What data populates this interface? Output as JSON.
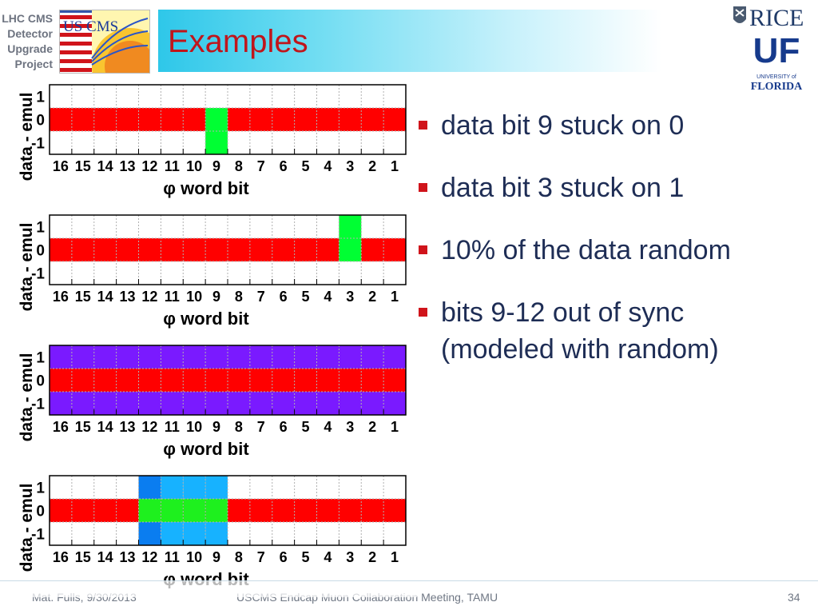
{
  "header": {
    "org_lines": [
      "LHC CMS",
      "Detector",
      "Upgrade",
      "Project"
    ],
    "logo_text": "US CMS",
    "title": "Examples",
    "rice_text": "RICE",
    "uf_text": "UF",
    "uf_university": "UNIVERSITY of",
    "uf_florida": "FLORIDA"
  },
  "bullets": [
    {
      "line1": "data bit 9 stuck on 0",
      "line2": ""
    },
    {
      "line1": "data bit 3 stuck on 1",
      "line2": ""
    },
    {
      "line1": "10% of the data random",
      "line2": ""
    },
    {
      "line1": "bits 9-12 out of sync",
      "line2": "(modeled with random)"
    }
  ],
  "footer": {
    "author": "Mat. Fulls, 9/30/2013",
    "meeting": "USCMS Endcap Muon Collaboration Meeting, TAMU",
    "page": "34"
  },
  "colors": {
    "title": "#c0151b",
    "bullet_text": "#1e2d55",
    "bullet_marker": "#d0141b",
    "cell_red": "#ff0000",
    "cell_green": "#00ff33",
    "cell_bright_green": "#1ef01e",
    "cell_violet": "#7a1aff",
    "cell_light_blue": "#17b2ff",
    "cell_blue": "#0a7df0",
    "cell_white": "#ffffff"
  },
  "chart_data": [
    {
      "type": "heatmap",
      "ylabel": "data - emul",
      "xlabel": "φ word bit",
      "x_ticks": [
        "16",
        "15",
        "14",
        "13",
        "12",
        "11",
        "10",
        "9",
        "8",
        "7",
        "6",
        "5",
        "4",
        "3",
        "2",
        "1"
      ],
      "y_ticks": [
        "1",
        "0",
        "-1"
      ],
      "cells": [
        {
          "bit": 9,
          "row": 0,
          "color": "cell_green"
        },
        {
          "bit": 9,
          "row": -1,
          "color": "cell_green"
        }
      ]
    },
    {
      "type": "heatmap",
      "ylabel": "data - emul",
      "xlabel": "φ word bit",
      "x_ticks": [
        "16",
        "15",
        "14",
        "13",
        "12",
        "11",
        "10",
        "9",
        "8",
        "7",
        "6",
        "5",
        "4",
        "3",
        "2",
        "1"
      ],
      "y_ticks": [
        "1",
        "0",
        "-1"
      ],
      "cells": [
        {
          "bit": 3,
          "row": 1,
          "color": "cell_green"
        },
        {
          "bit": 3,
          "row": 0,
          "color": "cell_green"
        }
      ]
    },
    {
      "type": "heatmap",
      "ylabel": "data - emul",
      "xlabel": "φ word bit",
      "x_ticks": [
        "16",
        "15",
        "14",
        "13",
        "12",
        "11",
        "10",
        "9",
        "8",
        "7",
        "6",
        "5",
        "4",
        "3",
        "2",
        "1"
      ],
      "y_ticks": [
        "1",
        "0",
        "-1"
      ],
      "row_fill": {
        "1": "cell_violet",
        "-1": "cell_violet"
      },
      "cells": []
    },
    {
      "type": "heatmap",
      "ylabel": "data - emul",
      "xlabel": "φ word bit",
      "x_ticks": [
        "16",
        "15",
        "14",
        "13",
        "12",
        "11",
        "10",
        "9",
        "8",
        "7",
        "6",
        "5",
        "4",
        "3",
        "2",
        "1"
      ],
      "y_ticks": [
        "1",
        "0",
        "-1"
      ],
      "cells": [
        {
          "bit": 12,
          "row": 1,
          "color": "cell_blue"
        },
        {
          "bit": 11,
          "row": 1,
          "color": "cell_light_blue"
        },
        {
          "bit": 10,
          "row": 1,
          "color": "cell_light_blue"
        },
        {
          "bit": 9,
          "row": 1,
          "color": "cell_light_blue"
        },
        {
          "bit": 12,
          "row": 0,
          "color": "cell_bright_green"
        },
        {
          "bit": 11,
          "row": 0,
          "color": "cell_bright_green"
        },
        {
          "bit": 10,
          "row": 0,
          "color": "cell_bright_green"
        },
        {
          "bit": 9,
          "row": 0,
          "color": "cell_bright_green"
        },
        {
          "bit": 12,
          "row": -1,
          "color": "cell_blue"
        },
        {
          "bit": 11,
          "row": -1,
          "color": "cell_light_blue"
        },
        {
          "bit": 10,
          "row": -1,
          "color": "cell_light_blue"
        },
        {
          "bit": 9,
          "row": -1,
          "color": "cell_light_blue"
        }
      ]
    }
  ]
}
